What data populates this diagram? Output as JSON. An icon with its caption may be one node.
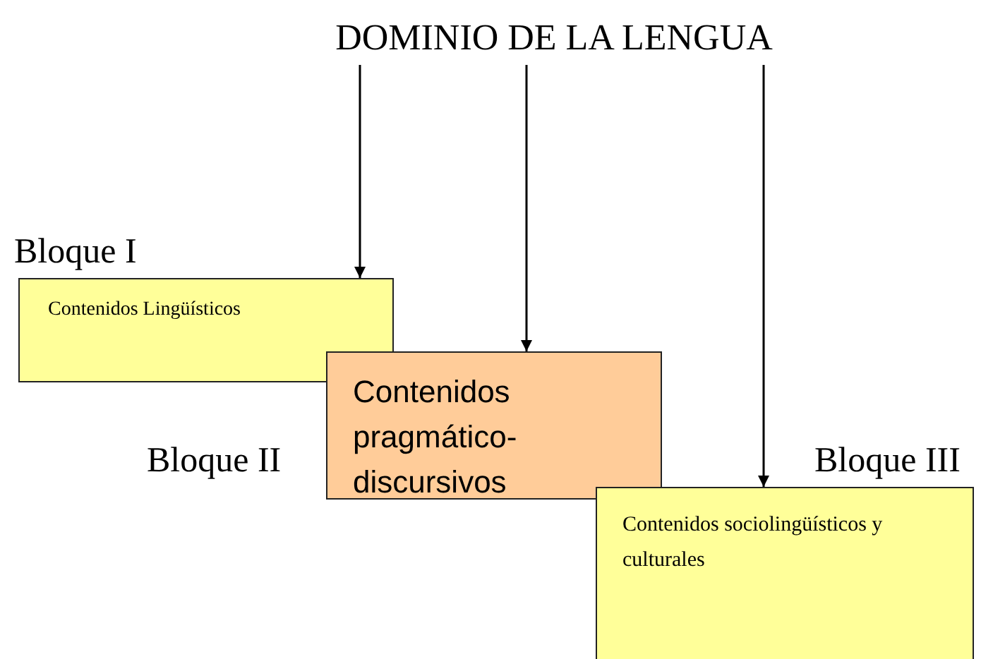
{
  "diagram": {
    "nodes": [
      {
        "text": [
          "DOMINIO DE LA LENGUA"
        ]
      },
      {
        "text": [
          "Contenidos Lingüísticos"
        ],
        "beside": [
          "Bloque I"
        ]
      },
      {
        "text": [
          "Contenidos pragmático-discursivos"
        ],
        "beside": [
          "Bloque II"
        ]
      },
      {
        "text": [
          "Contenidos sociolingüísticos y culturales"
        ],
        "beside": [
          "Bloque III"
        ]
      }
    ],
    "edges": [
      {
        "from": 0,
        "to": 1,
        "arrow": "to"
      },
      {
        "from": 0,
        "to": 2,
        "arrow": "to"
      },
      {
        "from": 0,
        "to": 3,
        "arrow": "to"
      }
    ]
  }
}
